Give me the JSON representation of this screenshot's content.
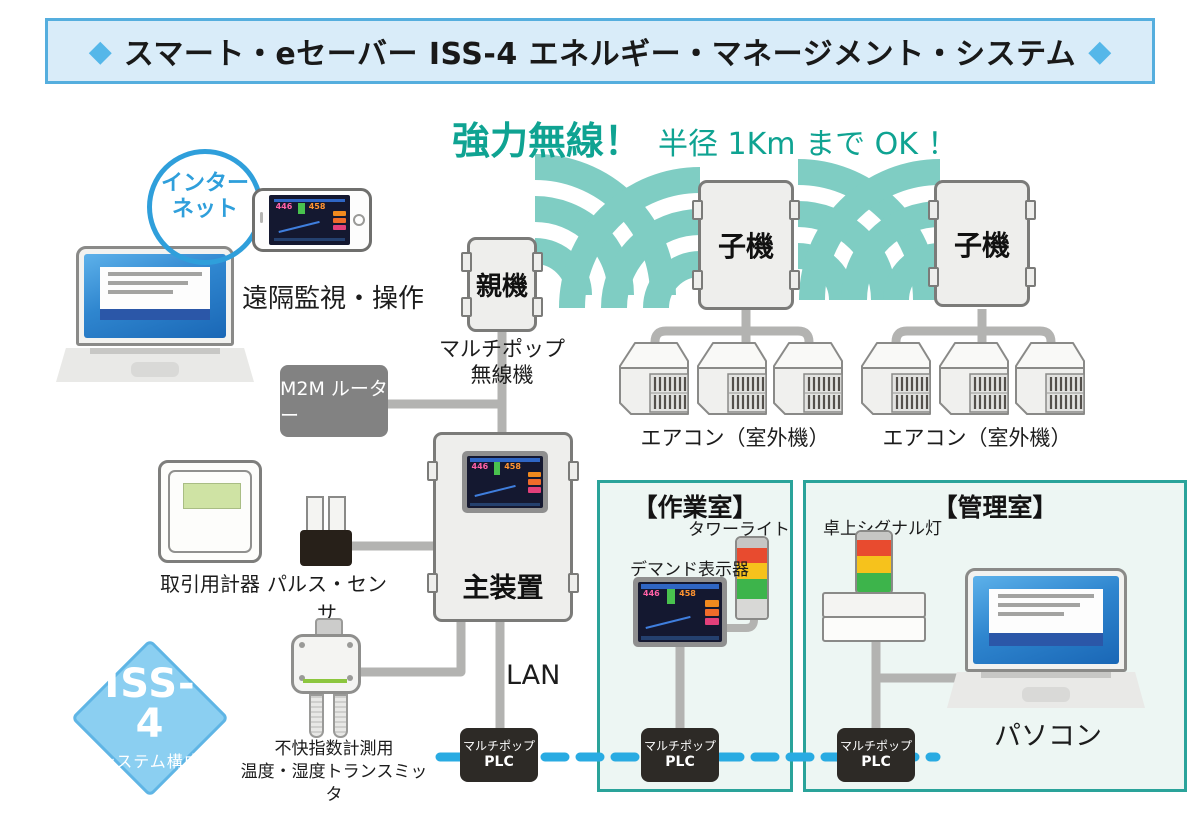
{
  "banner": {
    "diamond_left": "◆",
    "title": "スマート・eセーバー ISS-4 エネルギー・マネージメント・システム",
    "diamond_right": "◆"
  },
  "headline": {
    "strong": "強力無線！",
    "detail": "半径 1Km まで OK ！"
  },
  "internet": {
    "line1": "インター",
    "line2": "ネット"
  },
  "remote_label": "遠隔監視・操作",
  "parent_unit": {
    "name": "親機",
    "caption_line1": "マルチポップ",
    "caption_line2": "無線機"
  },
  "m2m_router": {
    "name": "M2M ルーター"
  },
  "meter": {
    "name": "取引用計器"
  },
  "pulse_sensor": {
    "name": "パルス・センサ"
  },
  "main_unit": {
    "name": "主装置"
  },
  "lan_label": "LAN",
  "transmitter": {
    "line1": "不快指数計測用",
    "line2": "温度・湿度トランスミッタ"
  },
  "child_unit": {
    "name": "子機"
  },
  "aircon_label": "エアコン（室外機）",
  "plc": {
    "line1": "マルチポップ",
    "line2": "PLC"
  },
  "work_room": {
    "title": "【作業室】",
    "tower_light": "タワーライト",
    "demand_display": "デマンド表示器"
  },
  "admin_room": {
    "title": "【管理室】",
    "signal_light": "卓上シグナル灯",
    "pc_label": "パソコン"
  },
  "badge": {
    "line1": "ISS-4",
    "line2": "システム構成"
  },
  "screen_values": {
    "demand_now": "446",
    "demand_target": "458"
  },
  "colors": {
    "wifi_arc": "#7fcdc3",
    "accent_teal": "#0fa392",
    "room_border": "#2aa39a",
    "dashed_line": "#29abe2",
    "banner_border": "#55aede",
    "banner_bg": "#d9ecf9",
    "badge_fill": "#8bcff1",
    "light_red": "#e84b2f",
    "light_yellow": "#f6c21c",
    "light_green": "#3db44b"
  }
}
